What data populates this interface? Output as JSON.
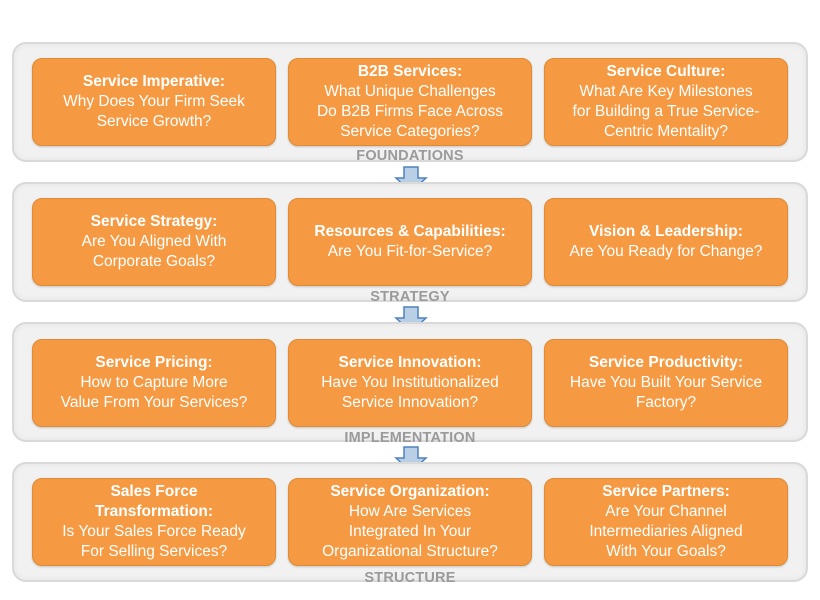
{
  "sections": [
    {
      "label": "FOUNDATIONS",
      "cards": [
        {
          "title": "Service Imperative:",
          "sub": "Why Does Your Firm Seek\nService Growth?"
        },
        {
          "title": "B2B Services:",
          "sub": "What Unique Challenges\nDo B2B Firms Face Across\nService Categories?"
        },
        {
          "title": "Service Culture:",
          "sub": "What Are Key Milestones\nfor Building a True Service-\nCentric Mentality?"
        }
      ]
    },
    {
      "label": "STRATEGY",
      "cards": [
        {
          "title": "Service Strategy:",
          "sub": "Are You Aligned With\nCorporate Goals?"
        },
        {
          "title": "Resources & Capabilities:",
          "sub": "Are You Fit-for-Service?"
        },
        {
          "title": "Vision & Leadership:",
          "sub": "Are You Ready for Change?"
        }
      ]
    },
    {
      "label": "IMPLEMENTATION",
      "cards": [
        {
          "title": "Service Pricing:",
          "sub": "How to Capture More\nValue From Your Services?"
        },
        {
          "title": "Service Innovation:",
          "sub": "Have You Institutionalized\nService Innovation?"
        },
        {
          "title": "Service Productivity:",
          "sub": "Have You Built Your Service\nFactory?"
        }
      ]
    },
    {
      "label": "STRUCTURE",
      "cards": [
        {
          "title": "Sales Force\nTransformation:",
          "sub": "Is Your Sales Force Ready\nFor Selling Services?"
        },
        {
          "title": "Service Organization:",
          "sub": "How Are Services\nIntegrated In Your\nOrganizational Structure?"
        },
        {
          "title": "Service Partners:",
          "sub": "Are Your Channel\nIntermediaries Aligned\nWith Your Goals?"
        }
      ]
    }
  ],
  "colors": {
    "card_fill": "#f59a42",
    "band_fill": "#f1f1f1",
    "label_text": "#9a9a9a",
    "arrow_fill": "#b9cfe6",
    "arrow_stroke": "#4f81bd"
  },
  "icons": {
    "arrow": "down-arrow-icon"
  }
}
